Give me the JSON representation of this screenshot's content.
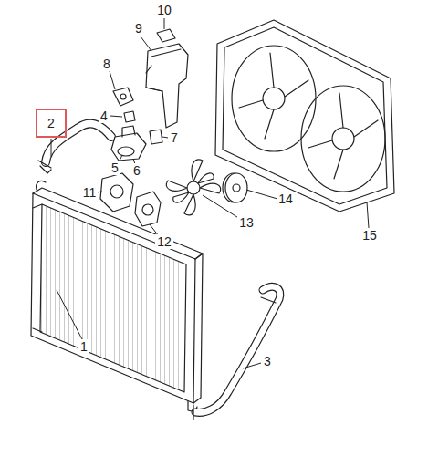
{
  "diagram": {
    "nodes": [
      {
        "text": [
          "2"
        ]
      }
    ],
    "edges": [],
    "labels": [
      "1",
      "3",
      "4",
      "5",
      "6",
      "7",
      "8",
      "9",
      "10",
      "11",
      "12",
      "13",
      "14",
      "15"
    ]
  }
}
